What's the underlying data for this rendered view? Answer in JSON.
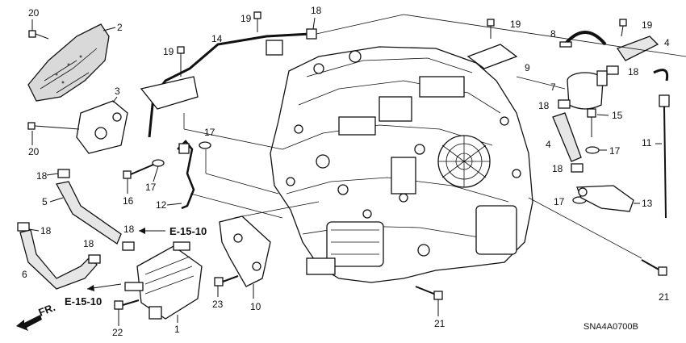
{
  "callouts": {
    "c20a": "20",
    "c2": "2",
    "c3": "3",
    "c20b": "20",
    "c19a": "19",
    "c18a": "18",
    "c14": "14",
    "c19b": "19",
    "c19c": "19",
    "c8": "8",
    "c19d": "19",
    "c4a": "4",
    "c9": "9",
    "c18b": "18",
    "c7": "7",
    "c18c": "18",
    "c15": "15",
    "c4b": "4",
    "c17a": "17",
    "c11": "11",
    "c18d": "18",
    "c17b": "17",
    "c13": "13",
    "c18e": "18",
    "c5": "5",
    "c16": "16",
    "c17c": "17",
    "c17d": "17",
    "c12": "12",
    "c18f": "18",
    "c18g": "18",
    "c6": "6",
    "c18h": "18",
    "c10": "10",
    "c23": "23",
    "c22": "22",
    "c1": "1",
    "c21a": "21",
    "c21b": "21"
  },
  "references": {
    "ref_upper": "E-15-10",
    "ref_lower": "E-15-10",
    "front_label": "FR."
  },
  "diagram_code": "SNA4A0700B"
}
